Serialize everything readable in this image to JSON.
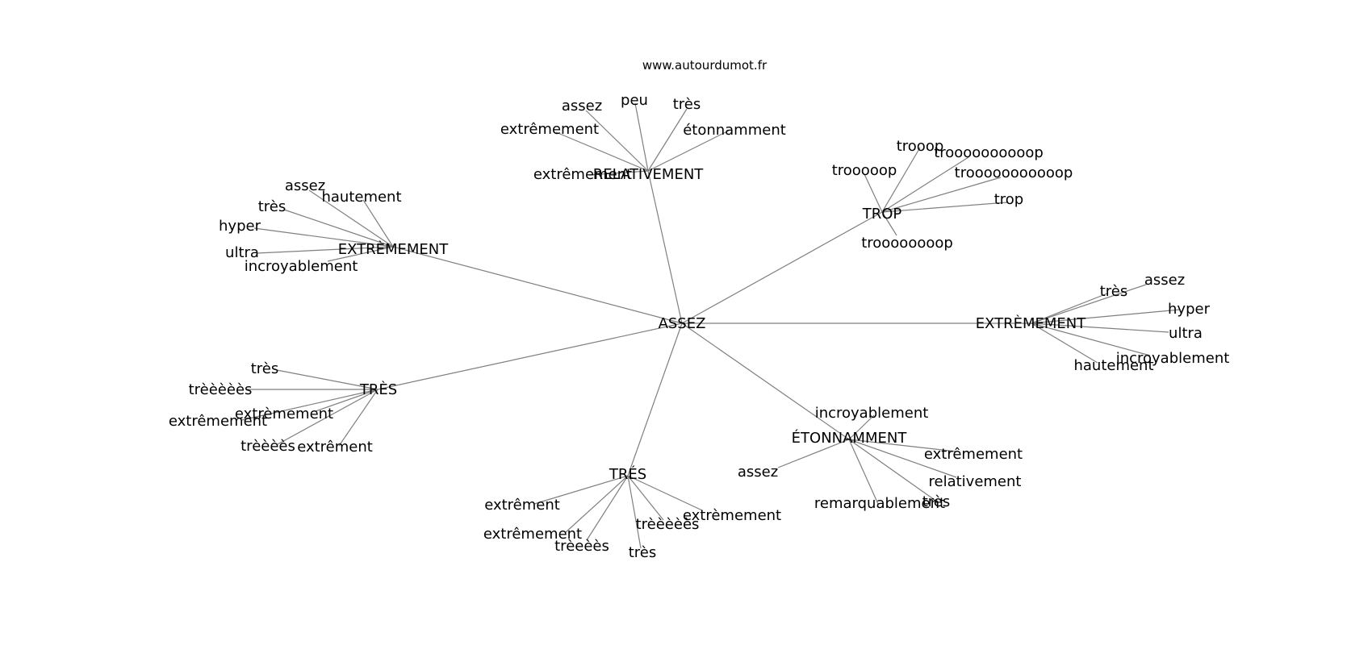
{
  "site": "www.autourdumot.fr",
  "center": "ASSEZ",
  "hubs": [
    {
      "id": "relativement",
      "label": "RELATIVEMENT",
      "leaves": [
        "assez",
        "peu",
        "très",
        "étonnamment",
        "extrêmement",
        "extrêmement"
      ]
    },
    {
      "id": "trop",
      "label": "TROP",
      "leaves": [
        "trooop",
        "troooooooooop",
        "trooooooooooop",
        "trooooop",
        "trop",
        "troooooooop"
      ]
    },
    {
      "id": "extremement-left",
      "label": "EXTRÈMEMENT",
      "leaves": [
        "assez",
        "hautement",
        "très",
        "hyper",
        "ultra",
        "incroyablement"
      ]
    },
    {
      "id": "extremement-right",
      "label": "EXTRÈMEMENT",
      "leaves": [
        "assez",
        "très",
        "hyper",
        "ultra",
        "incroyablement",
        "hautement"
      ]
    },
    {
      "id": "tres-grave",
      "label": "TRÈS",
      "leaves": [
        "très",
        "trèèèèès",
        "extrèmement",
        "extrêmement",
        "trèèèès",
        "extrêment"
      ]
    },
    {
      "id": "tres-aigu",
      "label": "TRÉS",
      "leaves": [
        "extrêment",
        "extrêmement",
        "trèeèès",
        "très",
        "trèèèèès",
        "extrèmement"
      ]
    },
    {
      "id": "etonnamment",
      "label": "ÉTONNAMMENT",
      "leaves": [
        "incroyablement",
        "assez",
        "extrêmement",
        "relativement",
        "remarquablement",
        "très"
      ]
    }
  ]
}
